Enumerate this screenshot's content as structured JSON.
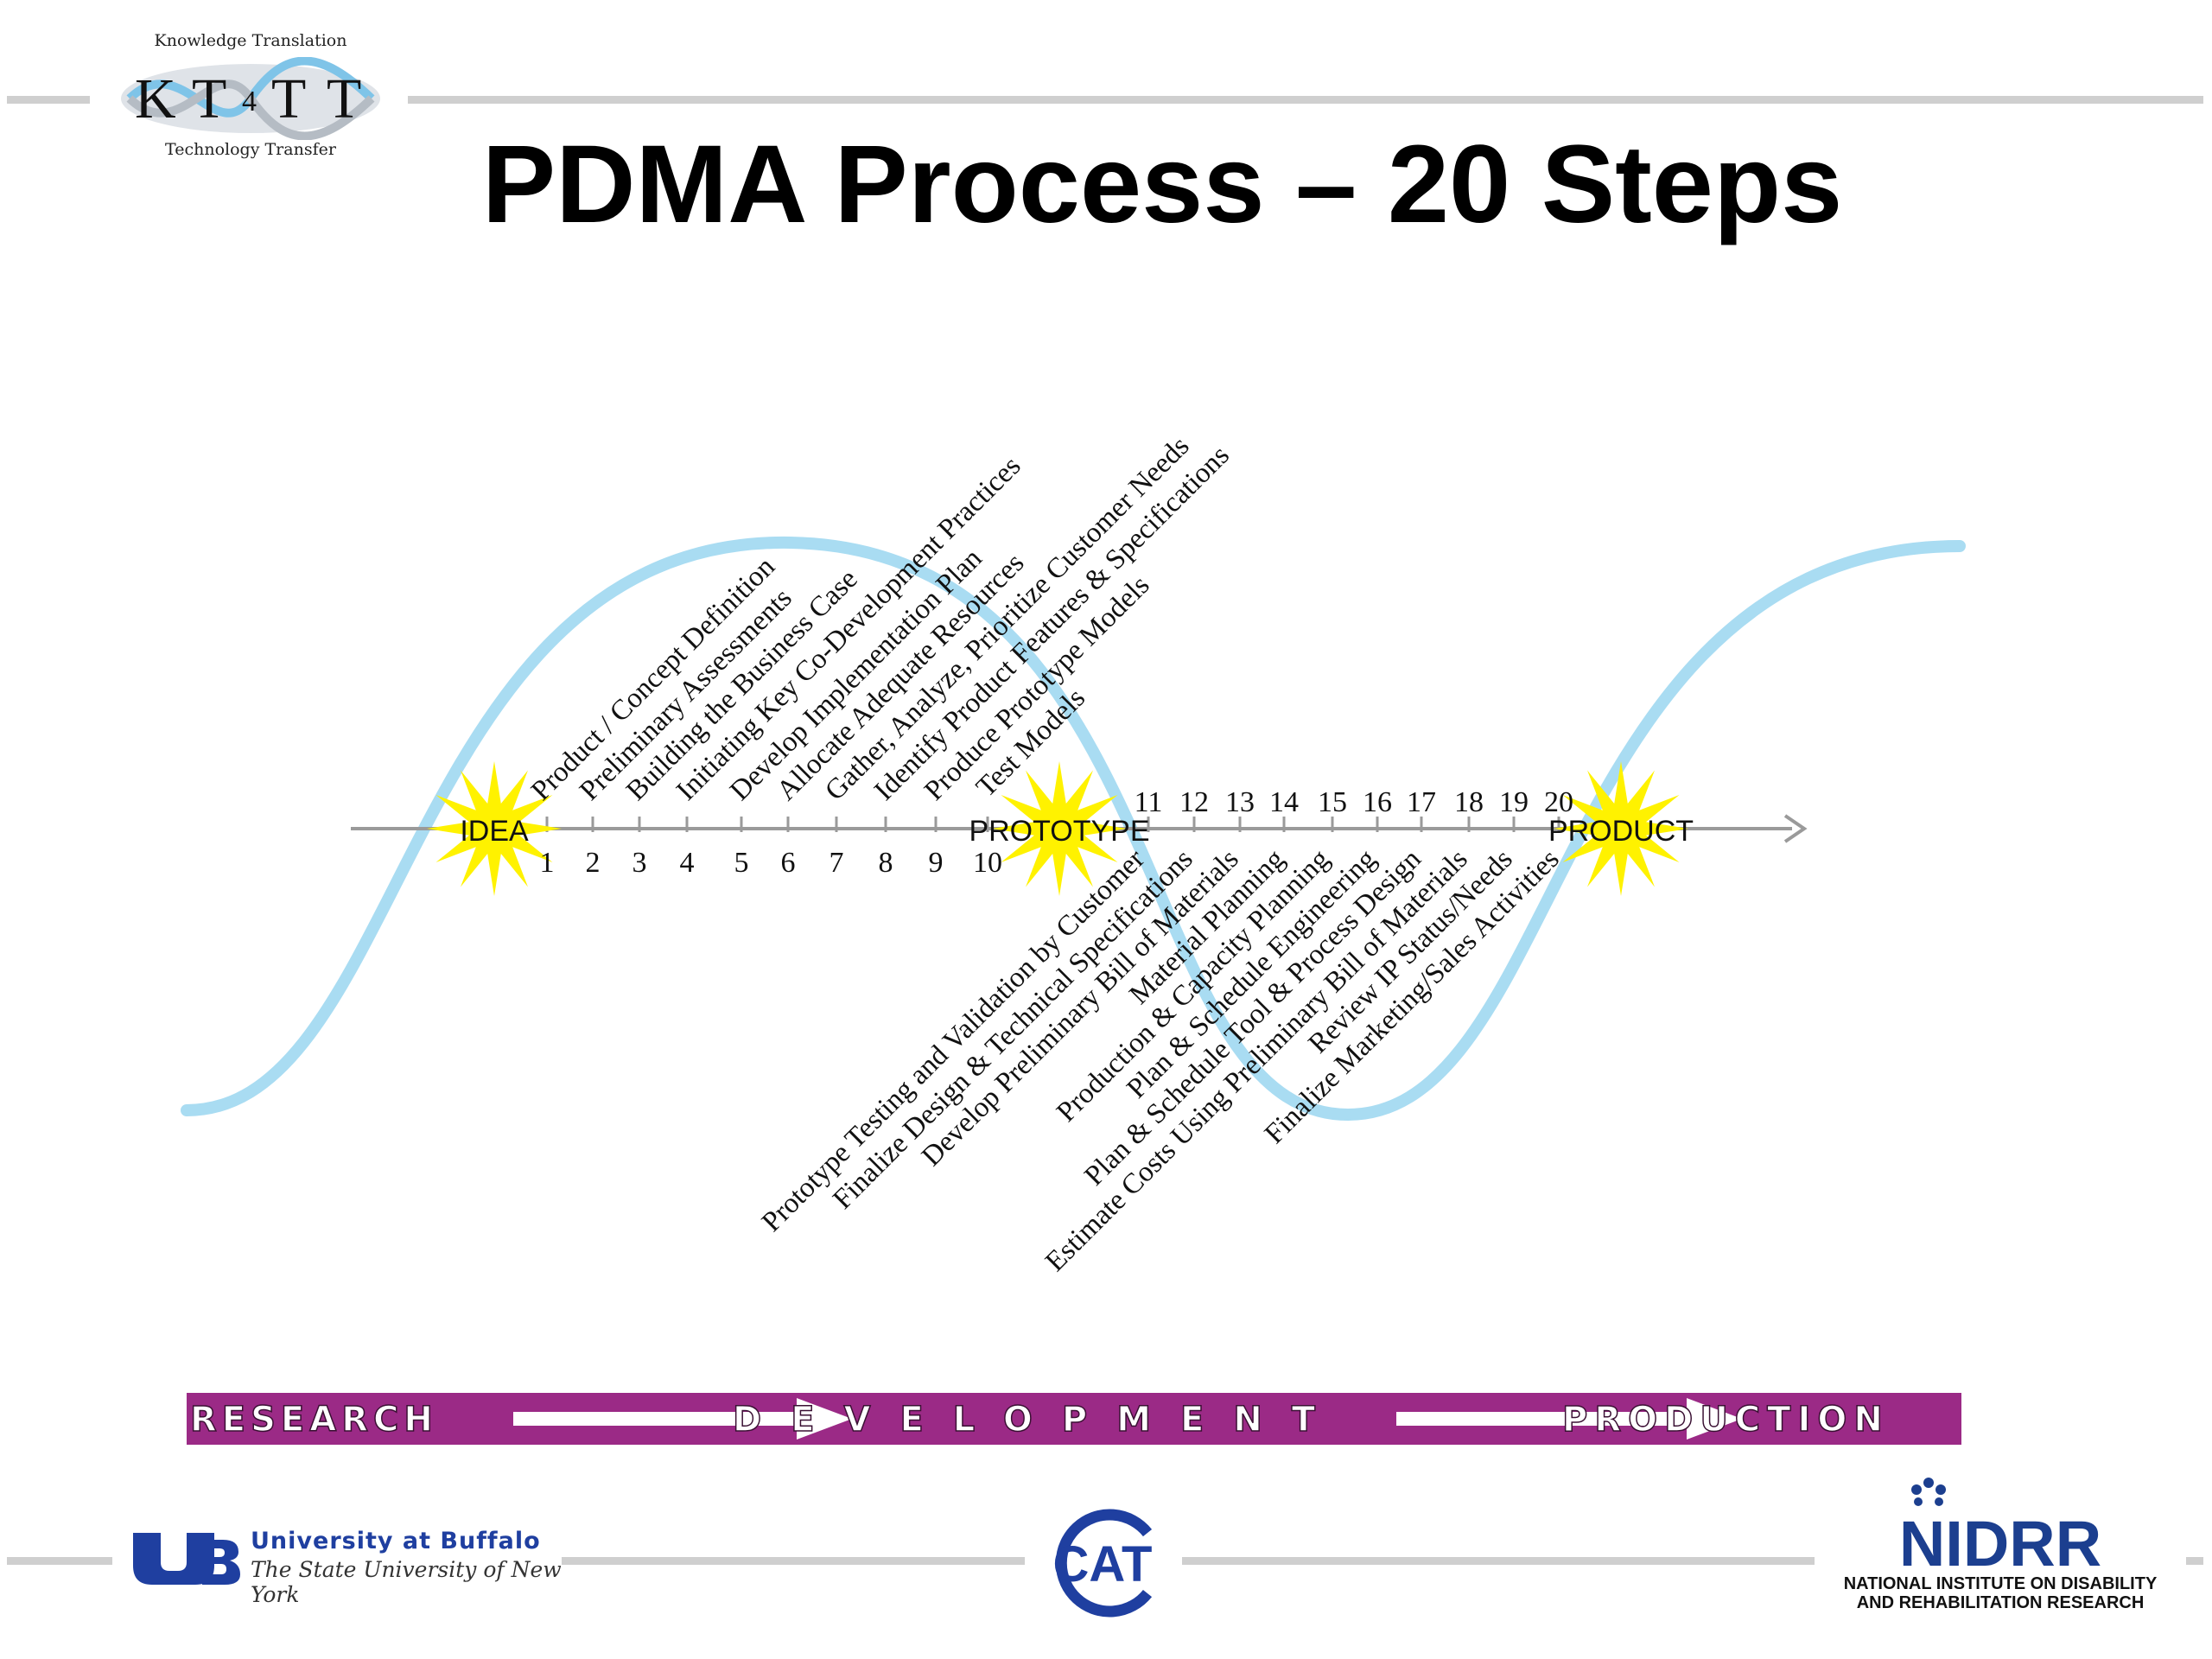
{
  "slide": {
    "title": "PDMA Process – 20 Steps"
  },
  "logo_kt": {
    "top_text": "Knowledge Translation",
    "letters": [
      "K",
      "T",
      "4",
      "T",
      "T"
    ],
    "bottom_text": "Technology Transfer"
  },
  "diagram": {
    "milestones": [
      {
        "label": "IDEA"
      },
      {
        "label": "PROTOTYPE"
      },
      {
        "label": "PRODUCT"
      }
    ],
    "step_numbers": [
      "1",
      "2",
      "3",
      "4",
      "5",
      "6",
      "7",
      "8",
      "9",
      "10",
      "11",
      "12",
      "13",
      "14",
      "15",
      "16",
      "17",
      "18",
      "19",
      "20"
    ],
    "steps_upper": [
      "Product / Concept Definition",
      "Preliminary Assessments",
      "Building the Business Case",
      "Initiating Key Co-Development Practices",
      "Develop Implementation Plan",
      "Allocate Adequate Resources",
      "Gather, Analyze, Prioritize Customer Needs",
      "Identify Product Features & Specifications",
      "Produce Prototype Models",
      "Test Models"
    ],
    "steps_lower": [
      "Prototype Testing and Validation by Customer",
      "Finalize Design & Technical Specifications",
      "Develop Preliminary Bill of Materials",
      "Material Planning",
      "Production & Capacity Planning",
      "Plan & Schedule Engineering",
      "Plan & Schedule Tool & Process Design",
      "Estimate Costs Using Preliminary Bill of Materials",
      "Review IP Status/Needs",
      "Finalize Marketing/Sales Activities"
    ],
    "colors": {
      "curve": "#a9dcf2",
      "star": "#fff200",
      "axis": "#9a9a9a"
    }
  },
  "phase_banner": {
    "phases": [
      "RESEARCH",
      "DEVELOPMENT",
      "PRODUCTION"
    ],
    "color": "#9b2a86"
  },
  "footer": {
    "ub_name": "University at Buffalo",
    "ub_sub": "The State University of New York",
    "cat_text": "CAT",
    "nidrr_name": "NIDRR",
    "nidrr_line1": "NATIONAL INSTITUTE ON DISABILITY",
    "nidrr_line2": "AND REHABILITATION RESEARCH"
  }
}
